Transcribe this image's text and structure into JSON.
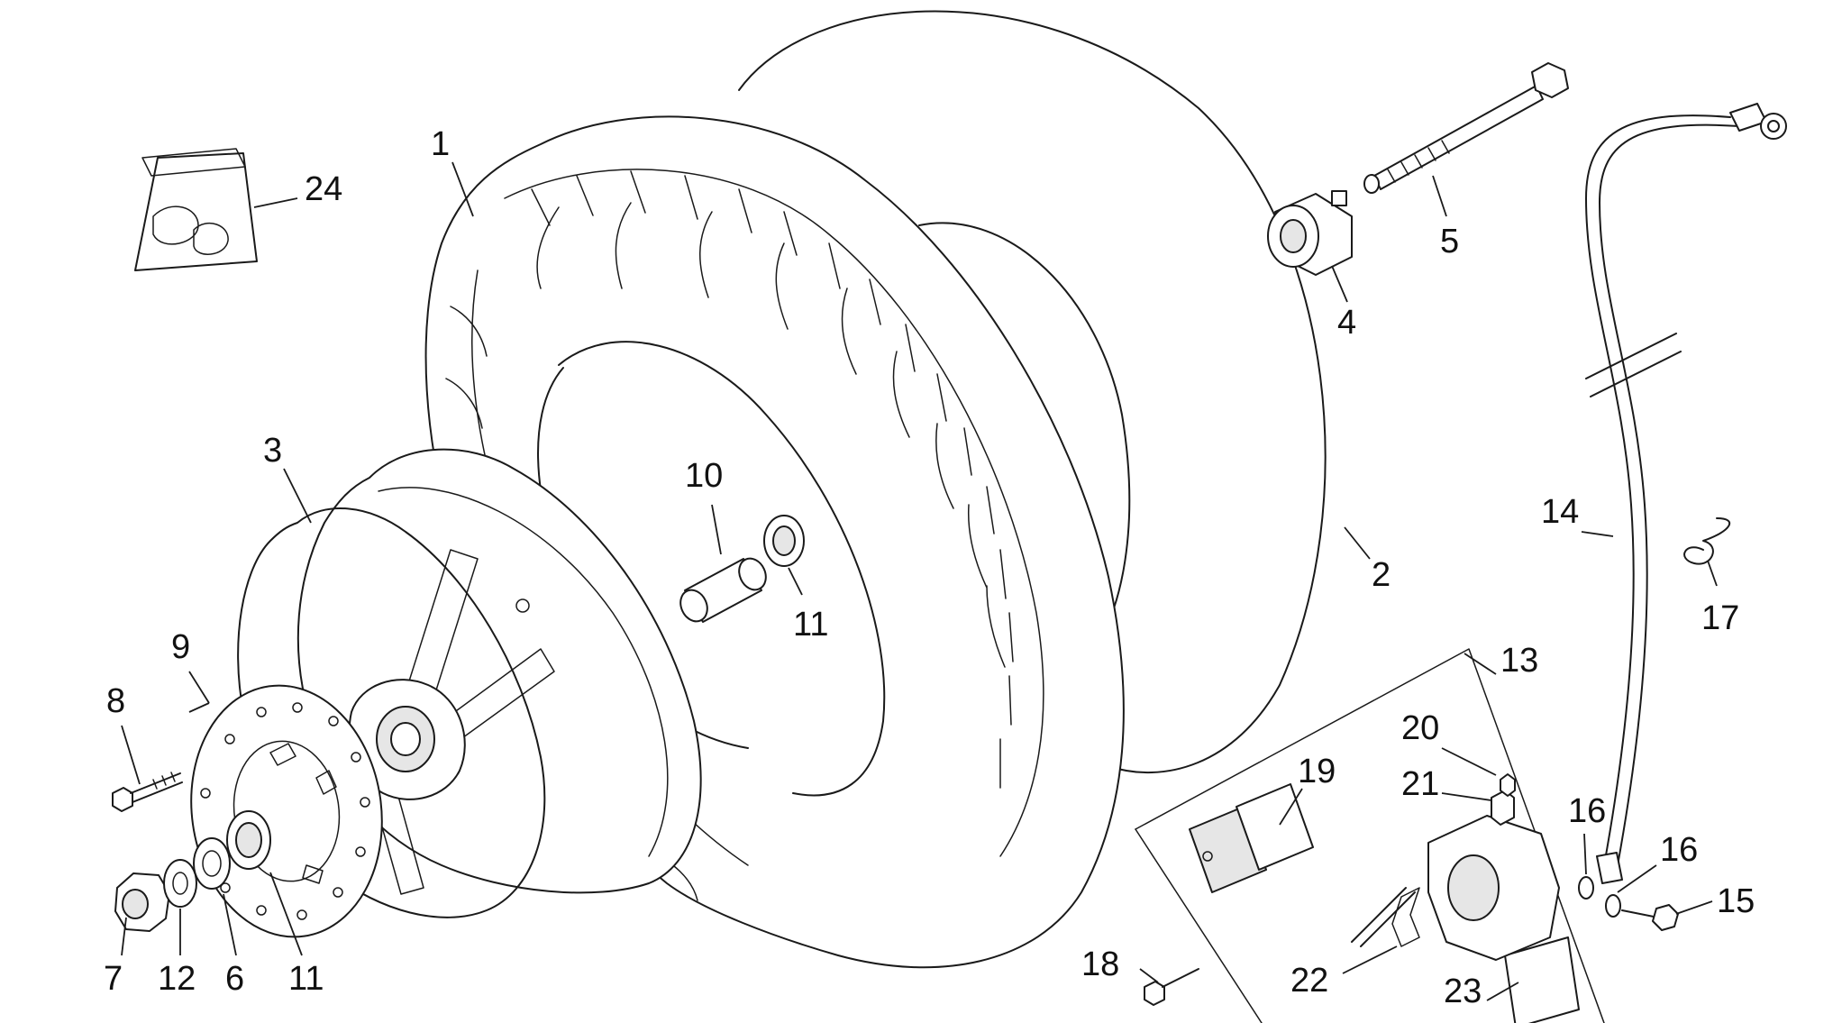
{
  "labels": [
    {
      "id": "1",
      "text": "1"
    },
    {
      "id": "2",
      "text": "2"
    },
    {
      "id": "3",
      "text": "3"
    },
    {
      "id": "4",
      "text": "4"
    },
    {
      "id": "5",
      "text": "5"
    },
    {
      "id": "6",
      "text": "6"
    },
    {
      "id": "7",
      "text": "7"
    },
    {
      "id": "8",
      "text": "8"
    },
    {
      "id": "9",
      "text": "9"
    },
    {
      "id": "10",
      "text": "10"
    },
    {
      "id": "11a",
      "text": "11"
    },
    {
      "id": "11b",
      "text": "11"
    },
    {
      "id": "12",
      "text": "12"
    },
    {
      "id": "13",
      "text": "13"
    },
    {
      "id": "14",
      "text": "14"
    },
    {
      "id": "15",
      "text": "15"
    },
    {
      "id": "16a",
      "text": "16"
    },
    {
      "id": "16b",
      "text": "16"
    },
    {
      "id": "17",
      "text": "17"
    },
    {
      "id": "18",
      "text": "18"
    },
    {
      "id": "19",
      "text": "19"
    },
    {
      "id": "20",
      "text": "20"
    },
    {
      "id": "21",
      "text": "21"
    },
    {
      "id": "22",
      "text": "22"
    },
    {
      "id": "23",
      "text": "23"
    },
    {
      "id": "24",
      "text": "24"
    }
  ]
}
